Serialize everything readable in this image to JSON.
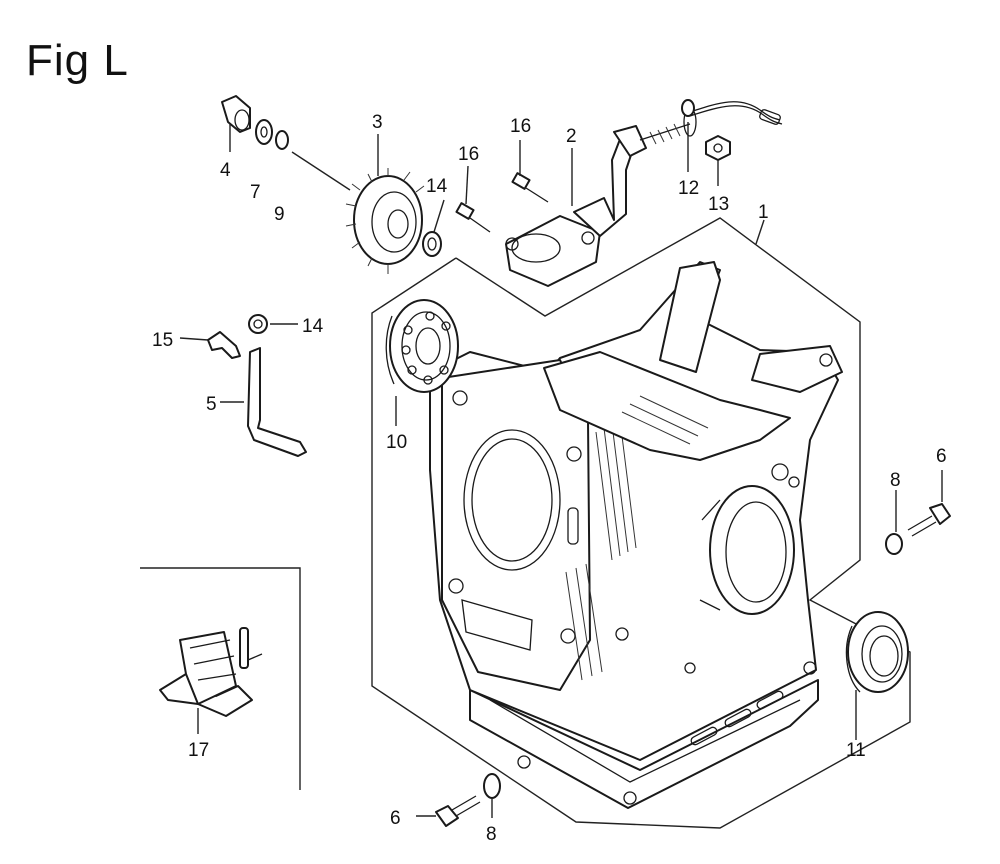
{
  "figure": {
    "title": "Fig L"
  },
  "callouts": {
    "c1": "1",
    "c2": "2",
    "c3": "3",
    "c4": "4",
    "c5": "5",
    "c6a": "6",
    "c6b": "6",
    "c7": "7",
    "c8a": "8",
    "c8b": "8",
    "c9": "9",
    "c10": "10",
    "c11": "11",
    "c12": "12",
    "c13": "13",
    "c14a": "14",
    "c14b": "14",
    "c15": "15",
    "c16a": "16",
    "c16b": "16",
    "c17": "17"
  }
}
